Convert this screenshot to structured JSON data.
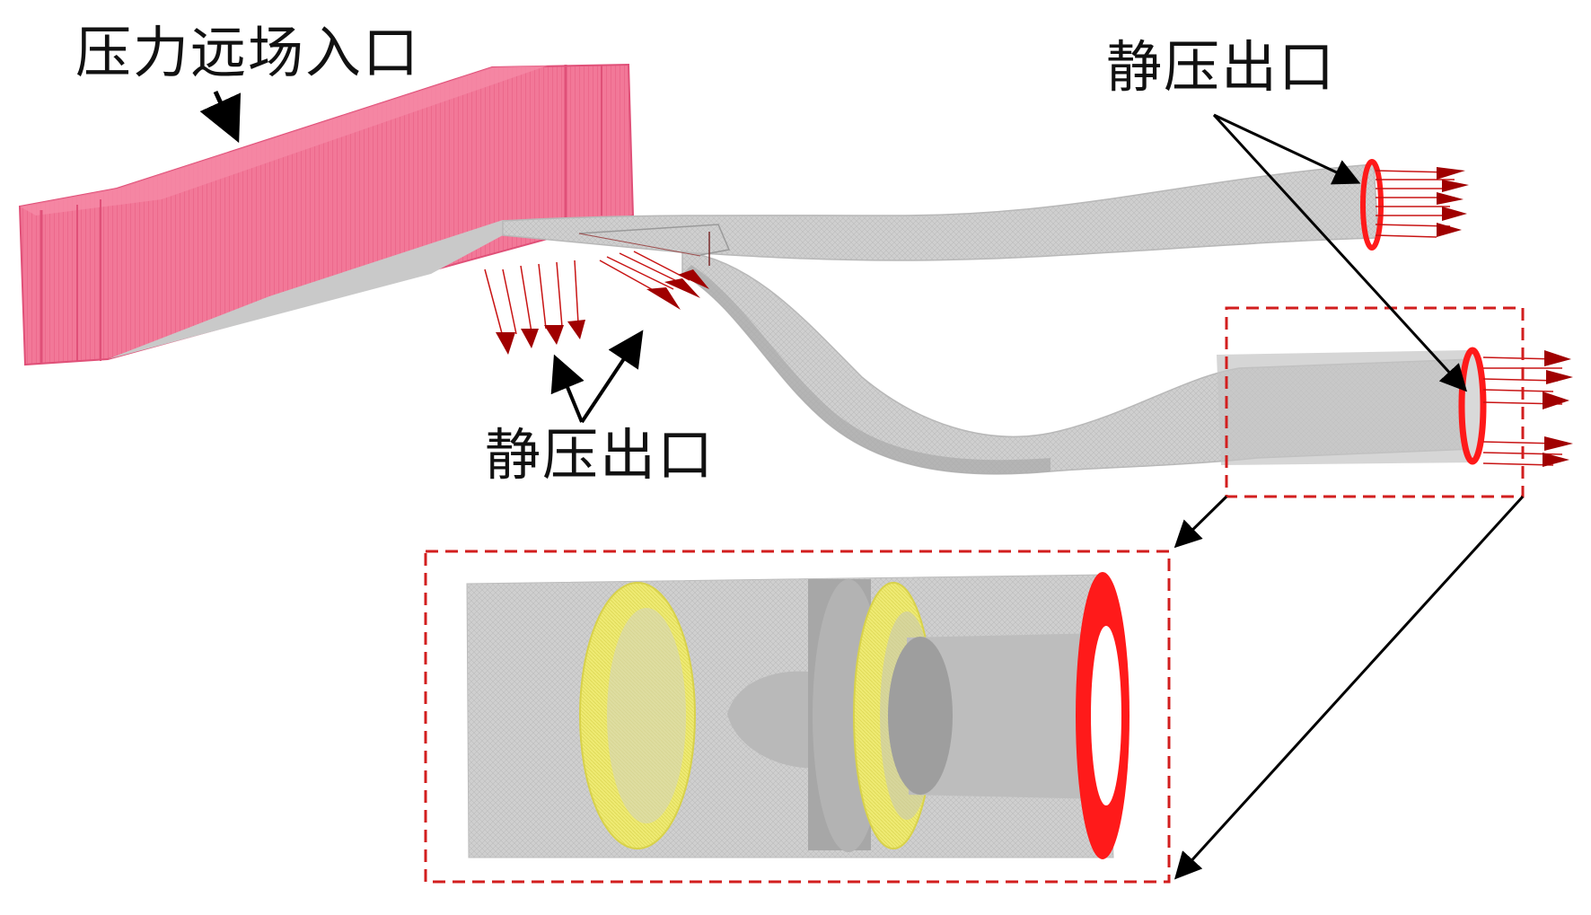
{
  "labels": {
    "inlet": "压力远场入口",
    "outlet_top_right": "静压出口",
    "outlet_bottom_left": "静压出口"
  },
  "colors": {
    "inlet_mesh": "#f06a8a",
    "outlet_ring": "#ff1a1a",
    "outlet_arrow": "#b00000",
    "duct_mesh": "#c8c8c8",
    "duct_shadow": "#b4b4b4",
    "fan_face": "#ece86a",
    "callout_box": "#d21e1e",
    "pointer": "#000000"
  }
}
